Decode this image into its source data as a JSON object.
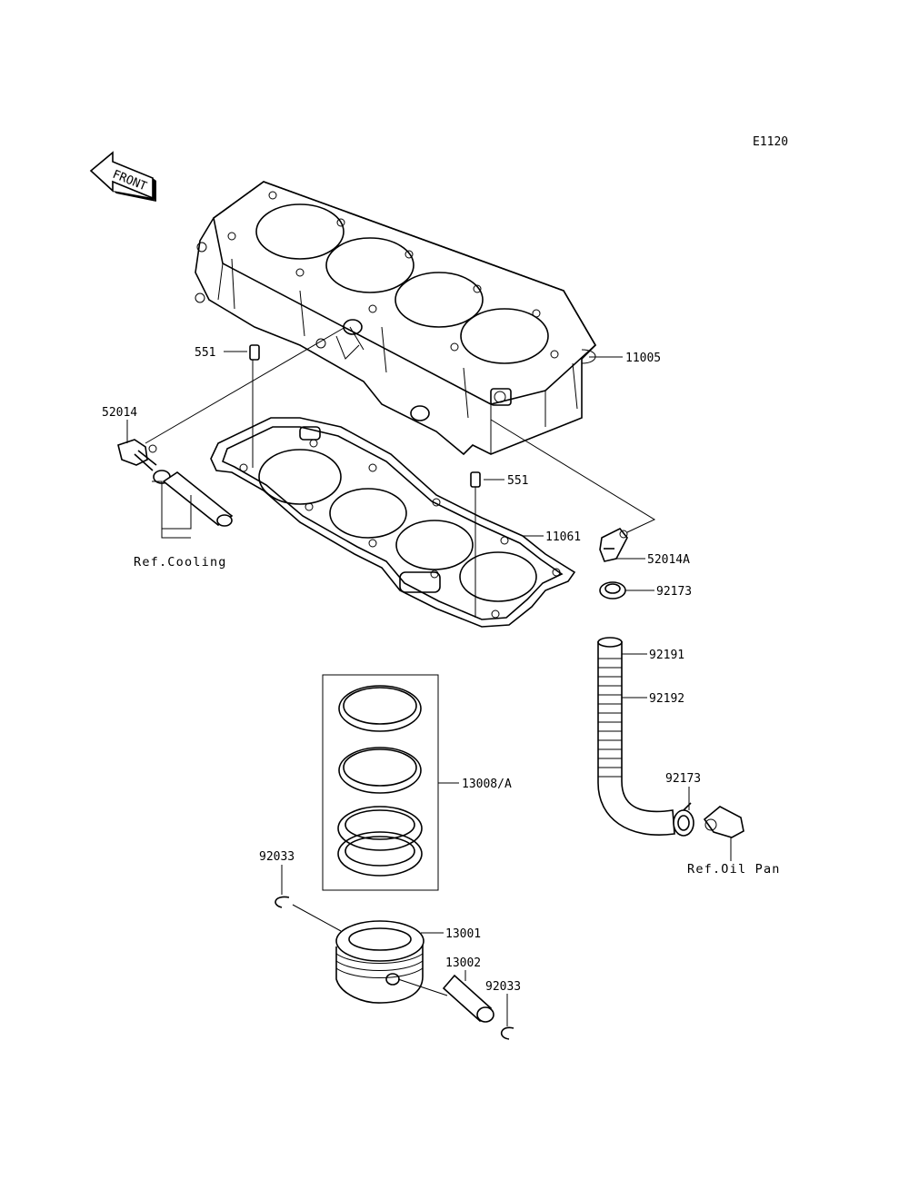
{
  "drawing_code": "E1120",
  "front_label": "FRONT",
  "labels": {
    "cylinder": "11005",
    "dowel_upper": "551",
    "dowel_lower": "551",
    "fitting_left": "52014",
    "fitting_right": "52014A",
    "gasket": "11061",
    "clamp_upper": "92173",
    "hose": "92191",
    "hose_protector": "92192",
    "clamp_lower": "92173",
    "ring_set": "13008/A",
    "circlip_left": "92033",
    "piston": "13001",
    "piston_pin": "13002",
    "circlip_right": "92033"
  },
  "refs": {
    "cooling": "Ref.Cooling",
    "oil_pan": "Ref.Oil Pan"
  }
}
